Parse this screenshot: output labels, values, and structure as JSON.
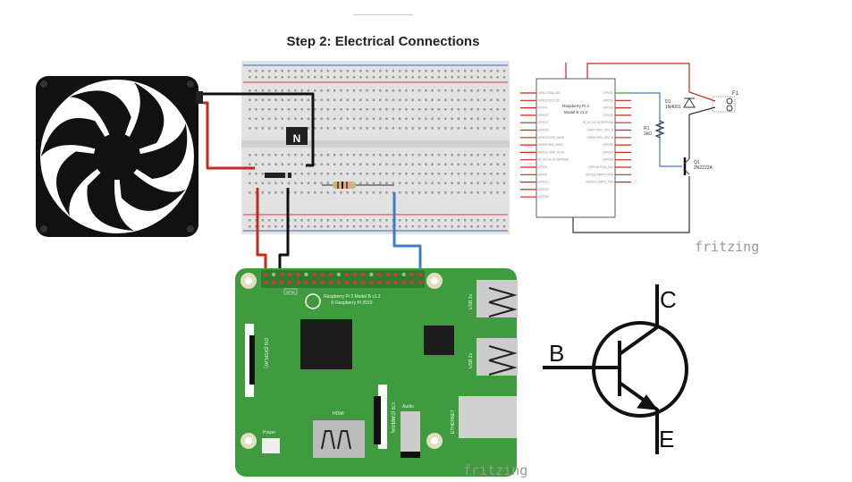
{
  "title": "Step 2: Electrical Connections",
  "breadboard": {
    "transistor_label": "N"
  },
  "schematic": {
    "chip_name": "Raspberry Pi 3",
    "chip_model": "Model B v1.2",
    "left_pins": [
      "GPIO2 SDA1 I2C",
      "GPIO3 SCL1 I2C",
      "GPIO4",
      "GPIO17",
      "GPIO27",
      "GPIO22",
      "GPIO10 SPI0_MOSI",
      "GPIO9 SPI0_MISO",
      "GPIO11 SPI0_SCLK",
      "ID_SD I2C ID EEPROM",
      "GPIO5",
      "GPIO6",
      "GPIO13",
      "GPIO19",
      "GPIO26"
    ],
    "right_pins": [
      "GPIO21",
      "GPIO20",
      "GPIO16",
      "GPIO12",
      "ID_SC I2C ID EEPROM",
      "GPIO7 SPI0_CE1_N",
      "GPIO8 SPI0_CE0_N",
      "GPIO25",
      "GPIO24",
      "GPIO23",
      "GPIO18 PCM_CLK",
      "GPIO15 UART0_RXD",
      "GPIO14 UART0_TXD"
    ],
    "diode_ref": "D1",
    "diode_part": "1N4001",
    "resistor_ref": "R1",
    "resistor_value": "1kΩ",
    "transistor_ref": "Q1",
    "transistor_part": "2N2222A",
    "fan_ref": "F1",
    "watermark": "fritzing"
  },
  "rpi": {
    "model_label": "Raspberry Pi 3 Model B v1.2",
    "copyright": "© Raspberry Pi 2015",
    "gpio_label": "GPIO",
    "usb1": "USB 2x",
    "usb2": "USB 2x",
    "dsi": "DSI (DISPLAY)",
    "csi": "CSI (CAMERA)",
    "hdmi": "HDMI",
    "audio": "Audio",
    "power": "Power",
    "ethernet": "ETHERNET",
    "watermark": "fritzing"
  },
  "symbol": {
    "base": "B",
    "collector": "C",
    "emitter": "E"
  },
  "colors": {
    "board_green": "#3e9b3e",
    "wire_red": "#c8281e",
    "wire_blue": "#3a7fc4",
    "wire_black": "#111111"
  }
}
